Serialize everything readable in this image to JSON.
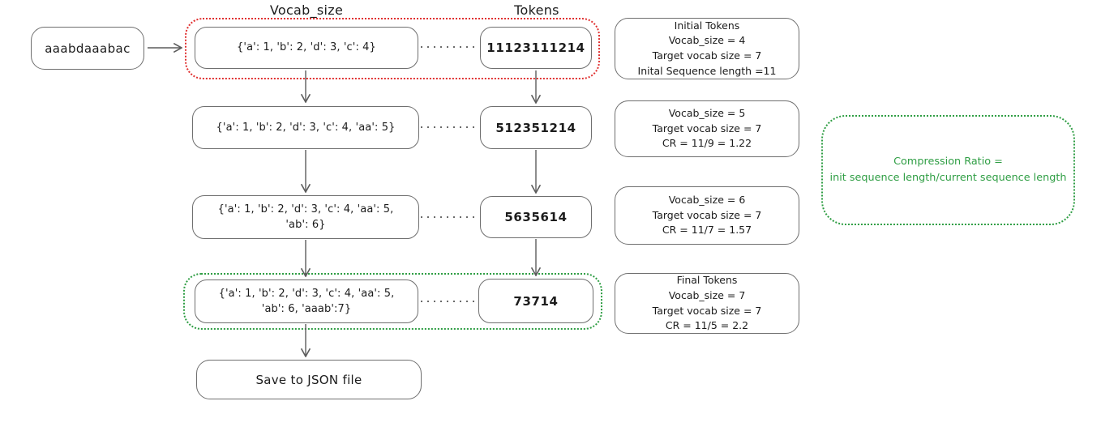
{
  "diagram": {
    "column_headers": {
      "vocab_size": "Vocab_size",
      "tokens": "Tokens"
    },
    "input_sequence": "aaabdaaabac",
    "rows": [
      {
        "vocab_lines": [
          "{'a': 1, 'b': 2, 'd': 3, 'c': 4}"
        ],
        "tokens": "11123111214",
        "info_lines": [
          "Initial Tokens",
          "Vocab_size = 4",
          "Target vocab size = 7",
          "Inital Sequence length =11"
        ]
      },
      {
        "vocab_lines": [
          "{'a': 1, 'b': 2, 'd': 3, 'c': 4, 'aa': 5}"
        ],
        "tokens": "512351214",
        "info_lines": [
          "Vocab_size = 5",
          "Target vocab size = 7",
          "CR = 11/9 = 1.22"
        ]
      },
      {
        "vocab_lines": [
          "{'a': 1, 'b': 2, 'd': 3, 'c': 4, 'aa': 5,",
          "'ab': 6}"
        ],
        "tokens": "5635614",
        "info_lines": [
          "Vocab_size = 6",
          "Target vocab size = 7",
          "CR = 11/7 = 1.57"
        ]
      },
      {
        "vocab_lines": [
          "{'a': 1, 'b': 2, 'd': 3, 'c': 4, 'aa': 5,",
          "'ab': 6, 'aaab':7}"
        ],
        "tokens": "73714",
        "info_lines": [
          "Final Tokens",
          "Vocab_size = 7",
          "Target vocab size = 7",
          "CR = 11/5 = 2.2"
        ]
      }
    ],
    "save_box": "Save to JSON file",
    "note_lines": [
      "Compression Ratio =",
      "init sequence length/current sequence length"
    ],
    "colors": {
      "box_stroke": "#6f6f6f",
      "text": "#1c1c1c",
      "highlight_red": "#e03131",
      "highlight_green": "#2f9e44",
      "connector": "#5c5c5c"
    }
  }
}
